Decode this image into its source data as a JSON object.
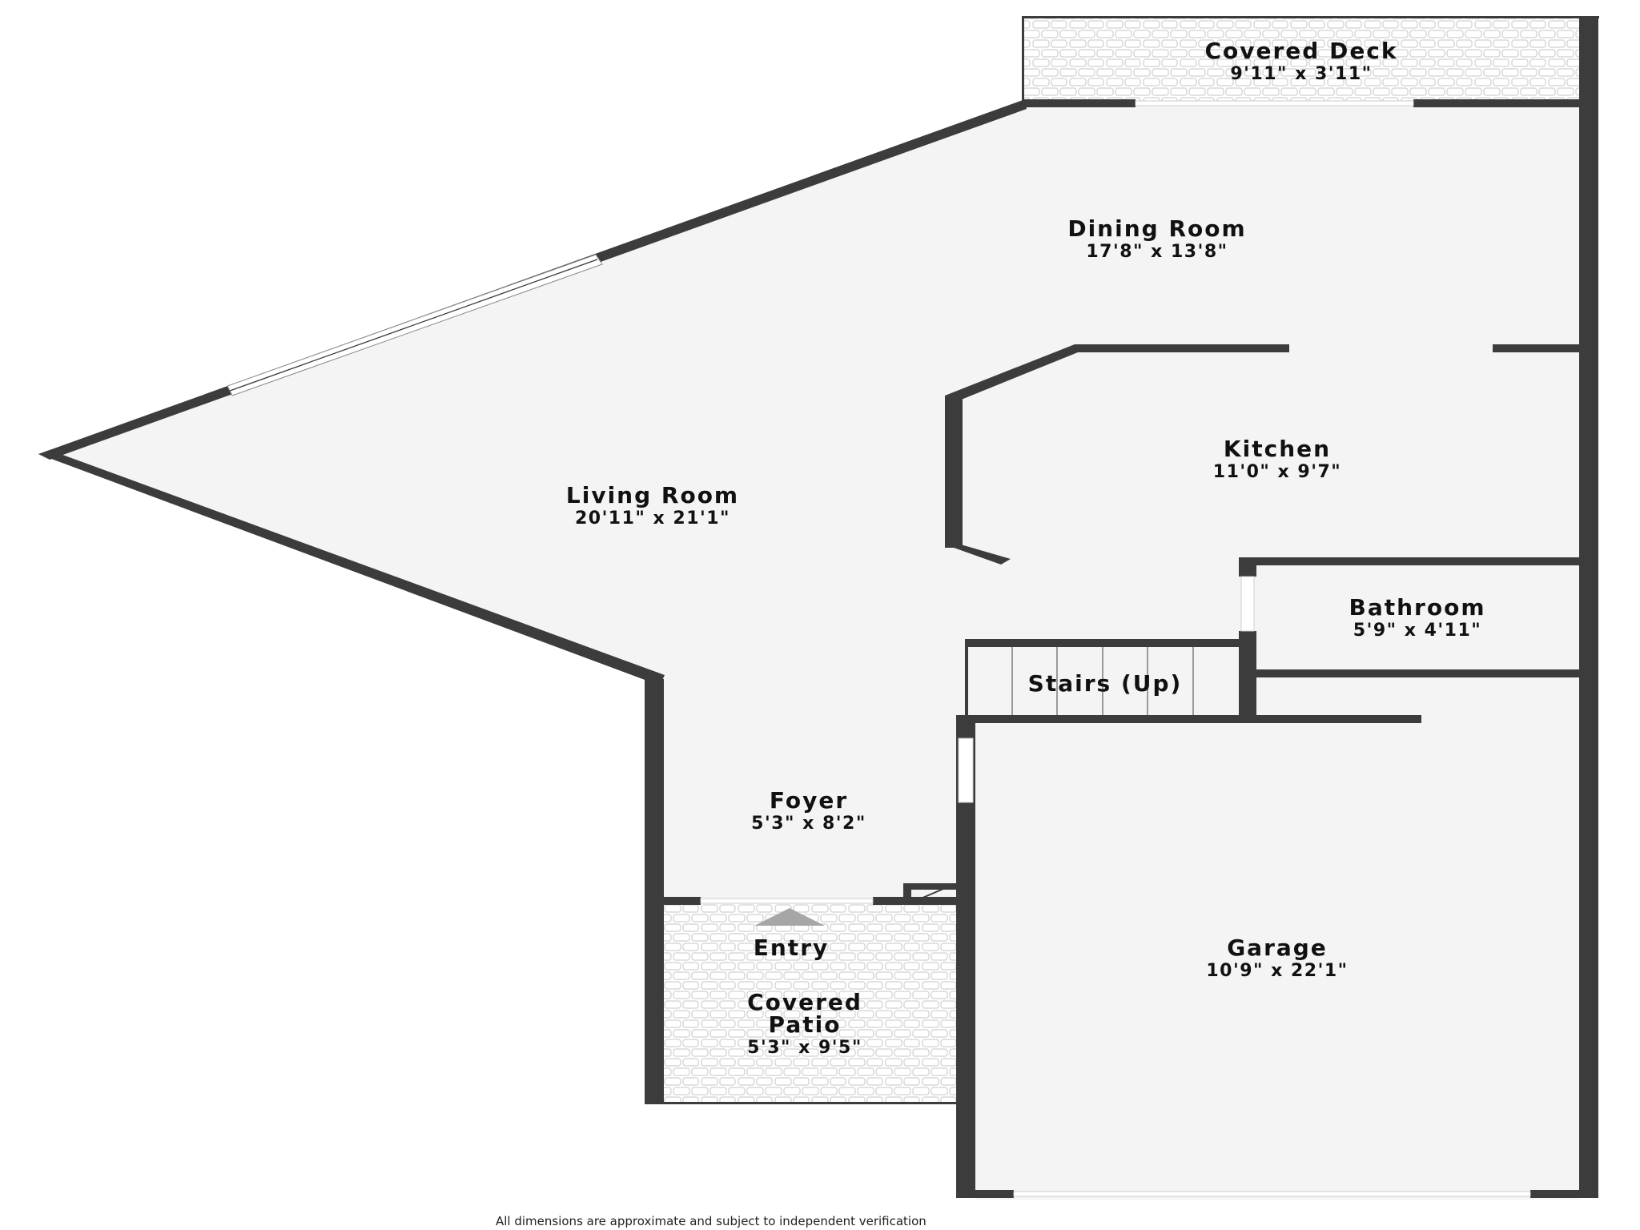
{
  "plan": {
    "type": "floor-plan",
    "colors": {
      "wall": "#3c3c3c",
      "floor": "#f4f4f4",
      "tile_line": "#d8d8d8",
      "opening": "#ffffff",
      "entry_arrow": "#a6a6a6",
      "stair_line": "#9a9a9a"
    }
  },
  "rooms": [
    {
      "name": "Covered Deck",
      "dims": "9'11\" x 3'11\""
    },
    {
      "name": "Dining Room",
      "dims": "17'8\" x 13'8\""
    },
    {
      "name": "Kitchen",
      "dims": "11'0\" x 9'7\""
    },
    {
      "name": "Living Room",
      "dims": "20'11\" x 21'1\""
    },
    {
      "name": "Bathroom",
      "dims": "5'9\" x 4'11\""
    },
    {
      "name": "Stairs (Up)",
      "dims": ""
    },
    {
      "name": "Foyer",
      "dims": "5'3\" x 8'2\""
    },
    {
      "name": "Garage",
      "dims": "10'9\" x 22'1\""
    },
    {
      "name": "Covered Patio",
      "dims": "5'3\" x 9'5\""
    }
  ],
  "entry": {
    "label": "Entry"
  },
  "patio": {
    "line1": "Covered",
    "line2": "Patio"
  },
  "footer": {
    "note": "All dimensions are approximate and subject to independent verification"
  }
}
